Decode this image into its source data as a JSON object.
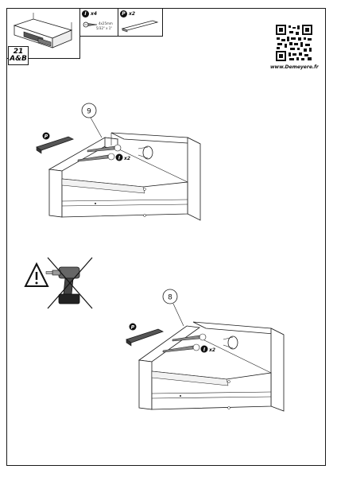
{
  "step": {
    "number": "21",
    "variant": "A&B"
  },
  "parts": {
    "screw": {
      "letter": "I",
      "qty": "x4",
      "spec_line1": "4x25mm",
      "spec_line2": "5/32\" x 1\""
    },
    "handle": {
      "letter": "P",
      "qty": "x2"
    }
  },
  "website": "www.Demeyere.fr",
  "figure_top": {
    "callout": "9",
    "screw_letter": "I",
    "screw_qty": "x2",
    "panel_letter": "P"
  },
  "figure_bottom": {
    "callout": "8",
    "screw_letter": "I",
    "screw_qty": "x2",
    "panel_letter": "P"
  },
  "colors": {
    "line": "#1a1a1a",
    "panel_dark": "#3a3a3a",
    "warning": "#111111"
  }
}
